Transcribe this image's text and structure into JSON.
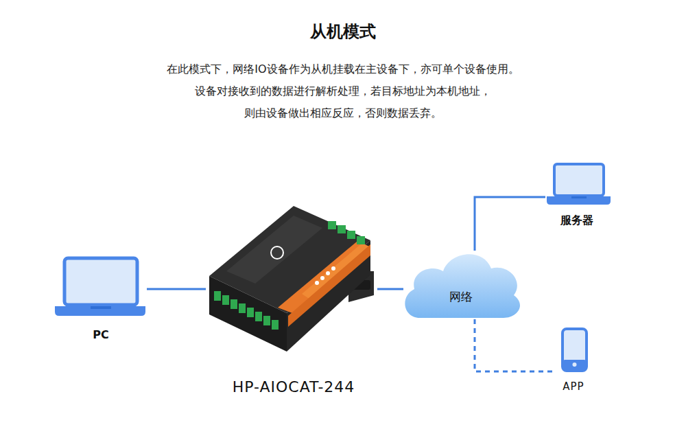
{
  "diagram": {
    "title": "从机模式",
    "nodes": [
      {
        "text": [
          "PC"
        ]
      },
      {
        "text": [
          "HP-AIOCAT-244"
        ]
      },
      {
        "text": [
          "网络"
        ]
      },
      {
        "text": [
          "服务器"
        ]
      },
      {
        "text": [
          "APP"
        ]
      }
    ],
    "edges": [
      {
        "from": 0,
        "to": 1,
        "arrow": "none"
      },
      {
        "from": 1,
        "to": 2,
        "arrow": "none"
      },
      {
        "from": 2,
        "to": 3,
        "arrow": "none"
      },
      {
        "from": 2,
        "to": 4,
        "arrow": "none"
      }
    ],
    "labels": [
      "在此模式下，网络IO设备作为从机挂载在主设备下，亦可单个设备使用。",
      "设备对接收到的数据进行解析处理，若目标地址为本机地址，",
      "则由设备做出相应反应，否则数据丢弃。"
    ]
  }
}
